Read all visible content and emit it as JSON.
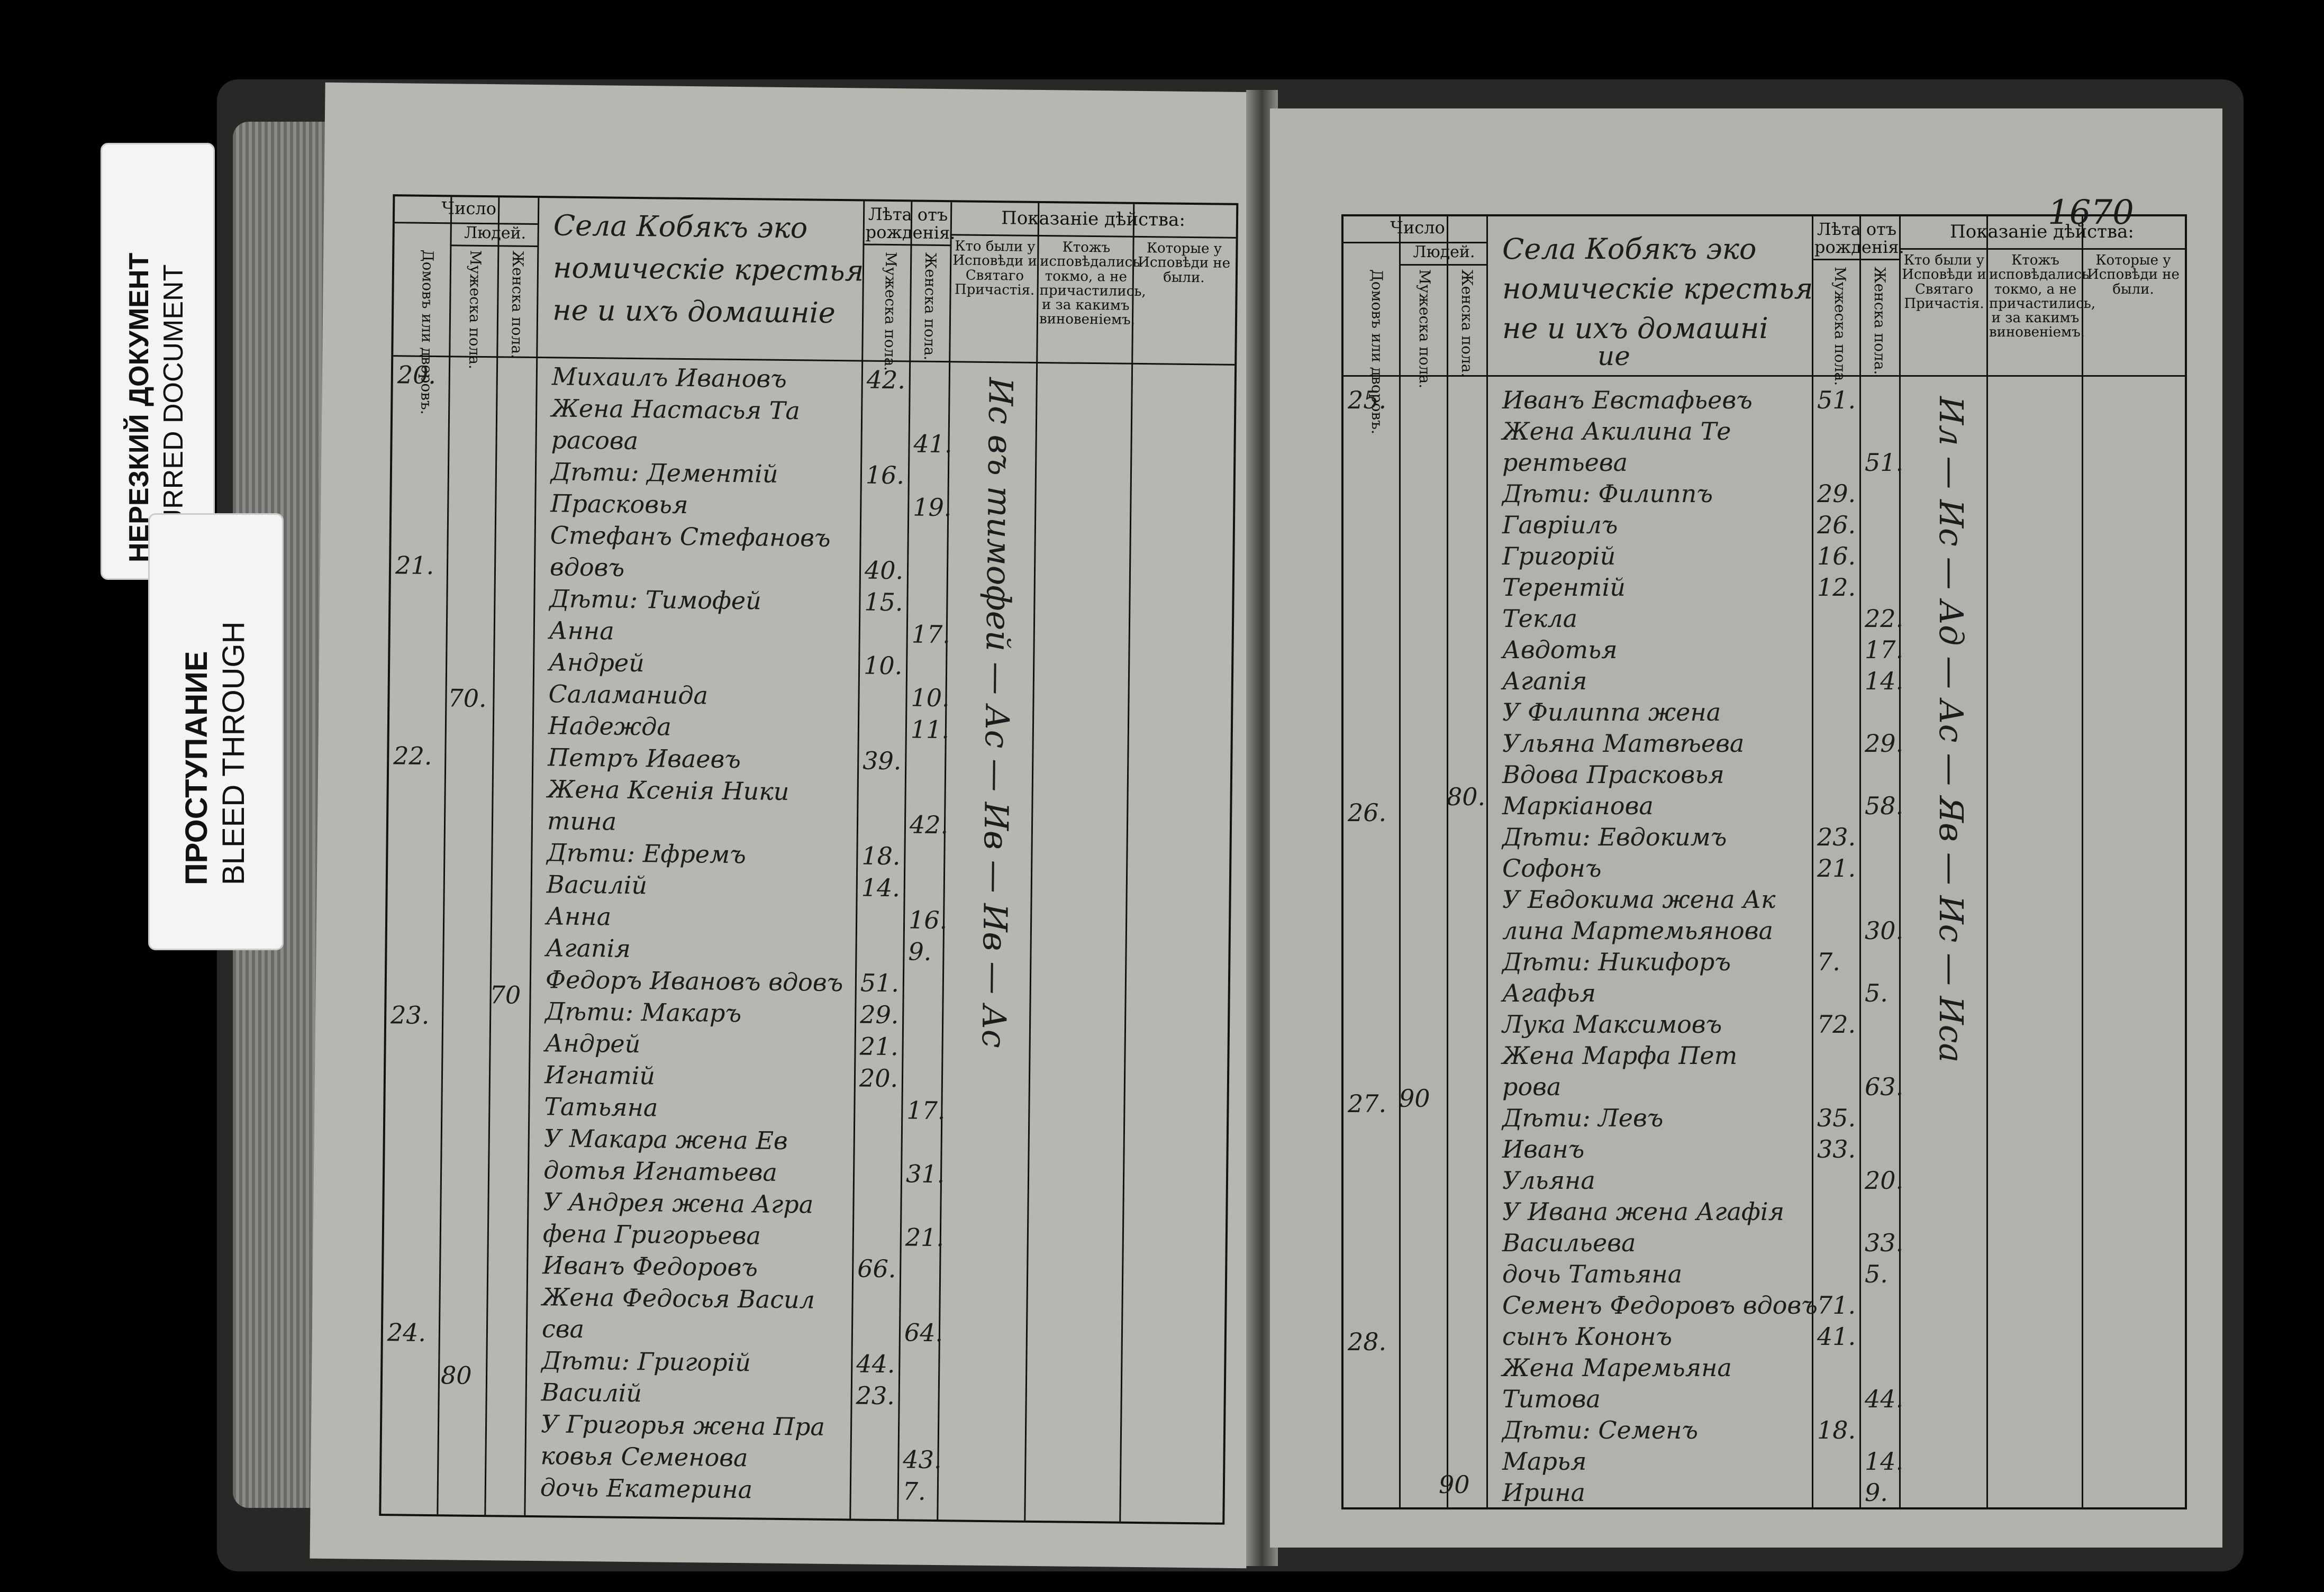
{
  "labels": {
    "blurred_ru": "НЕРЕЗКИЙ ДОКУМЕНТ",
    "blurred_en": "BLURRED DOCUMENT",
    "bleed_ru": "ПРОСТУПАНИЕ",
    "bleed_en": "BLEED THROUGH"
  },
  "page_number": "1670",
  "headers": {
    "chislo": "Число",
    "lyudey": "Людей.",
    "domov": "Домовъ или дворовъ.",
    "muzh": "Мужеска пола.",
    "zhen": "Женска пола.",
    "leta": "Лѣта отъ рожденія.",
    "muzh_age": "Мужеска пола.",
    "zhen_age": "Женска пола.",
    "pokazanie": "Показаніе дѣйства:",
    "col1": "Кто были у Исповѣди и Святаго Причастія.",
    "col2": "Ктожъ исповѣдались токмо, а не причастились, и за какимъ виновеніемъ.",
    "col3": "Которые у Исповѣди не были."
  },
  "left": {
    "title": [
      "Села Кобякъ эко",
      "номическіе крестья",
      "не и ихъ домашніе"
    ],
    "houses": [
      "20.",
      "21.",
      "22.",
      "23.",
      "24."
    ],
    "totals": [
      "70.",
      "70",
      "80"
    ],
    "rows": [
      {
        "name": "Михаилъ Ивановъ",
        "m": "42.",
        "f": ""
      },
      {
        "name": "Жена Настасья Та",
        "m": "",
        "f": ""
      },
      {
        "name": "расова",
        "m": "",
        "f": "41."
      },
      {
        "name": "Дѣти: Дементій",
        "m": "16.",
        "f": ""
      },
      {
        "name": "Прасковья",
        "m": "",
        "f": "19."
      },
      {
        "name": "Стефанъ Стефановъ",
        "m": "",
        "f": ""
      },
      {
        "name": "вдовъ",
        "m": "40.",
        "f": ""
      },
      {
        "name": "Дѣти: Тимофей",
        "m": "15.",
        "f": ""
      },
      {
        "name": "Анна",
        "m": "",
        "f": "17."
      },
      {
        "name": "Андрей",
        "m": "10.",
        "f": ""
      },
      {
        "name": "Саламанида",
        "m": "",
        "f": "10."
      },
      {
        "name": "Надежда",
        "m": "",
        "f": "11."
      },
      {
        "name": "Петръ Иваевъ",
        "m": "39.",
        "f": ""
      },
      {
        "name": "Жена Ксенія Ники",
        "m": "",
        "f": ""
      },
      {
        "name": "тина",
        "m": "",
        "f": "42."
      },
      {
        "name": "Дѣти: Ефремъ",
        "m": "18.",
        "f": ""
      },
      {
        "name": "Василій",
        "m": "14.",
        "f": ""
      },
      {
        "name": "Анна",
        "m": "",
        "f": "16."
      },
      {
        "name": "Агапія",
        "m": "",
        "f": "9."
      },
      {
        "name": "Федоръ Ивановъ вдовъ",
        "m": "51.",
        "f": ""
      },
      {
        "name": "Дѣти: Макаръ",
        "m": "29.",
        "f": ""
      },
      {
        "name": "Андрей",
        "m": "21.",
        "f": ""
      },
      {
        "name": "Игнатій",
        "m": "20.",
        "f": ""
      },
      {
        "name": "Татьяна",
        "m": "",
        "f": "17."
      },
      {
        "name": "У Макара жена Ев",
        "m": "",
        "f": ""
      },
      {
        "name": "дотья Игнатьева",
        "m": "",
        "f": "31."
      },
      {
        "name": "У Андрея жена Агра",
        "m": "",
        "f": ""
      },
      {
        "name": "фена Григорьева",
        "m": "",
        "f": "21."
      },
      {
        "name": "Иванъ Федоровъ",
        "m": "66.",
        "f": ""
      },
      {
        "name": "Жена Федосья Васил",
        "m": "",
        "f": ""
      },
      {
        "name": "сва",
        "m": "",
        "f": "64."
      },
      {
        "name": "Дѣти: Григорій",
        "m": "44.",
        "f": ""
      },
      {
        "name": "Василій",
        "m": "23.",
        "f": ""
      },
      {
        "name": "У Григорья жена Пра",
        "m": "",
        "f": ""
      },
      {
        "name": "ковья Семенова",
        "m": "",
        "f": "43."
      },
      {
        "name": "дочь Екатерина",
        "m": "",
        "f": "7."
      }
    ],
    "vertical": "Ис въ тимофей — Ас — Ив — Ив — Ас"
  },
  "right": {
    "title": [
      "Села Кобякъ эко",
      "номическіе крестья",
      "не и ихъ домашні",
      "ие"
    ],
    "houses": [
      "25.",
      "26.",
      "27.",
      "28."
    ],
    "totals": [
      "80.",
      "90",
      "90"
    ],
    "rows": [
      {
        "name": "Иванъ Евстафьевъ",
        "m": "51.",
        "f": ""
      },
      {
        "name": "Жена Акилина Те",
        "m": "",
        "f": ""
      },
      {
        "name": "рентьева",
        "m": "",
        "f": "51."
      },
      {
        "name": "Дѣти: Филиппъ",
        "m": "29.",
        "f": ""
      },
      {
        "name": "Гавріилъ",
        "m": "26.",
        "f": ""
      },
      {
        "name": "Григорій",
        "m": "16.",
        "f": ""
      },
      {
        "name": "Терентій",
        "m": "12.",
        "f": ""
      },
      {
        "name": "Текла",
        "m": "",
        "f": "22."
      },
      {
        "name": "Авдотья",
        "m": "",
        "f": "17."
      },
      {
        "name": "Агапія",
        "m": "",
        "f": "14."
      },
      {
        "name": "У Филиппа жена",
        "m": "",
        "f": ""
      },
      {
        "name": "Ульяна Матвѣева",
        "m": "",
        "f": "29."
      },
      {
        "name": "Вдова Прасковья",
        "m": "",
        "f": ""
      },
      {
        "name": "Маркіанова",
        "m": "",
        "f": "58."
      },
      {
        "name": "Дѣти: Евдокимъ",
        "m": "23.",
        "f": ""
      },
      {
        "name": "Софонъ",
        "m": "21.",
        "f": ""
      },
      {
        "name": "У Евдокима жена Ак",
        "m": "",
        "f": ""
      },
      {
        "name": "лина Мартемьянова",
        "m": "",
        "f": "30."
      },
      {
        "name": "Дѣти: Никифоръ",
        "m": "7.",
        "f": ""
      },
      {
        "name": "Агафья",
        "m": "",
        "f": "5."
      },
      {
        "name": "Лука Максимовъ",
        "m": "72.",
        "f": ""
      },
      {
        "name": "Жена Марфа Пет",
        "m": "",
        "f": ""
      },
      {
        "name": "рова",
        "m": "",
        "f": "63."
      },
      {
        "name": "Дѣти: Левъ",
        "m": "35.",
        "f": ""
      },
      {
        "name": "Иванъ",
        "m": "33.",
        "f": ""
      },
      {
        "name": "Ульяна",
        "m": "",
        "f": "20."
      },
      {
        "name": "У Ивана жена Агафія",
        "m": "",
        "f": ""
      },
      {
        "name": "Васильева",
        "m": "",
        "f": "33."
      },
      {
        "name": "дочь Татьяна",
        "m": "",
        "f": "5."
      },
      {
        "name": "Семенъ Федоровъ вдовъ",
        "m": "71.",
        "f": ""
      },
      {
        "name": "сынъ Кононъ",
        "m": "41.",
        "f": ""
      },
      {
        "name": "Жена Маремьяна",
        "m": "",
        "f": ""
      },
      {
        "name": "Титова",
        "m": "",
        "f": "44."
      },
      {
        "name": "Дѣти: Семенъ",
        "m": "18.",
        "f": ""
      },
      {
        "name": "Марья",
        "m": "",
        "f": "14."
      },
      {
        "name": "Ирина",
        "m": "",
        "f": "9."
      }
    ],
    "vertical": "Ил — Ис — Ад — Ас — Яв — Ис — Иса"
  }
}
